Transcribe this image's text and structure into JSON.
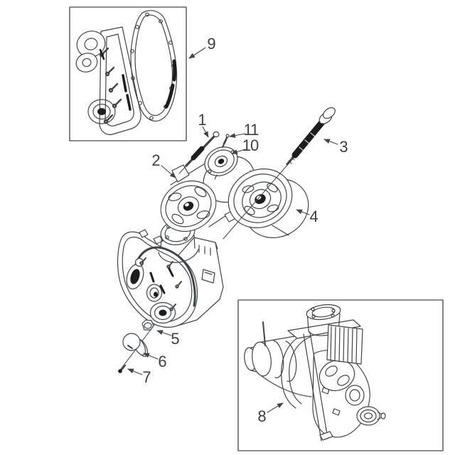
{
  "style": {
    "background": "#ffffff",
    "line_color": "#3f4449",
    "dark_fill": "#1c1d1e",
    "label_color": "#3a3f44",
    "inset_border_color": "#63686d"
  },
  "callouts": [
    {
      "label": "1"
    },
    {
      "label": "2"
    },
    {
      "label": "3"
    },
    {
      "label": "4"
    },
    {
      "label": "5"
    },
    {
      "label": "6"
    },
    {
      "label": "7"
    },
    {
      "label": "8"
    },
    {
      "label": "9"
    },
    {
      "label": "10"
    },
    {
      "label": "11"
    }
  ]
}
